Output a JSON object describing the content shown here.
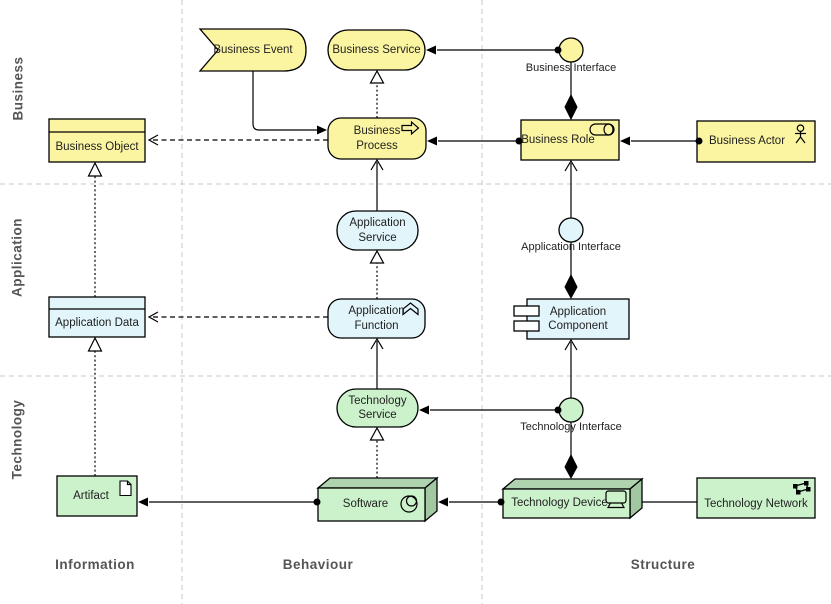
{
  "colors": {
    "business_fill": "#FBF5A2",
    "application_fill": "#E2F5FA",
    "technology_fill": "#CCF2CC",
    "node_top_fill": "#AFD3AF",
    "node_side_fill": "#A2C8A2",
    "outline": "#000000",
    "grid": "#C8C8C8",
    "section_label": "#555555",
    "node_text": "#1F1F1F"
  },
  "layers": [
    {
      "label": "Business"
    },
    {
      "label": "Application"
    },
    {
      "label": "Technology"
    }
  ],
  "columns": [
    {
      "label": "Information"
    },
    {
      "label": "Behaviour"
    },
    {
      "label": "Structure"
    }
  ],
  "nodes": {
    "business_event": {
      "label": "Business Event",
      "icon": "event-flag"
    },
    "business_service": {
      "label": "Business Service",
      "icon": "rounded-service"
    },
    "business_interface": {
      "label": "Business Interface",
      "icon": "interface-circle"
    },
    "business_object": {
      "label": "Business Object",
      "icon": "object-rectangle"
    },
    "business_process": {
      "label": "Business Process",
      "icon": "process-arrow"
    },
    "business_role": {
      "label": "Business Role",
      "icon": "role-cylinder"
    },
    "business_actor": {
      "label": "Business Actor",
      "icon": "actor-figure"
    },
    "application_service": {
      "label": "Application Service",
      "icon": "rounded-service"
    },
    "application_interface": {
      "label": "Application Interface",
      "icon": "interface-circle"
    },
    "application_data": {
      "label": "Application Data",
      "icon": "object-rectangle"
    },
    "application_function": {
      "label": "Application Function",
      "icon": "function-chevron"
    },
    "application_component": {
      "label": "Application Component",
      "icon": "component-tabs"
    },
    "technology_service": {
      "label": "Technology Service",
      "icon": "rounded-service"
    },
    "technology_interface": {
      "label": "Technology Interface",
      "icon": "interface-circle"
    },
    "artifact": {
      "label": "Artifact",
      "icon": "document"
    },
    "software": {
      "label": "Software",
      "icon": "system-software-circles"
    },
    "technology_device": {
      "label": "Technology Device",
      "icon": "device-screen"
    },
    "technology_network": {
      "label": "Technology Network",
      "icon": "network-nodes"
    }
  }
}
